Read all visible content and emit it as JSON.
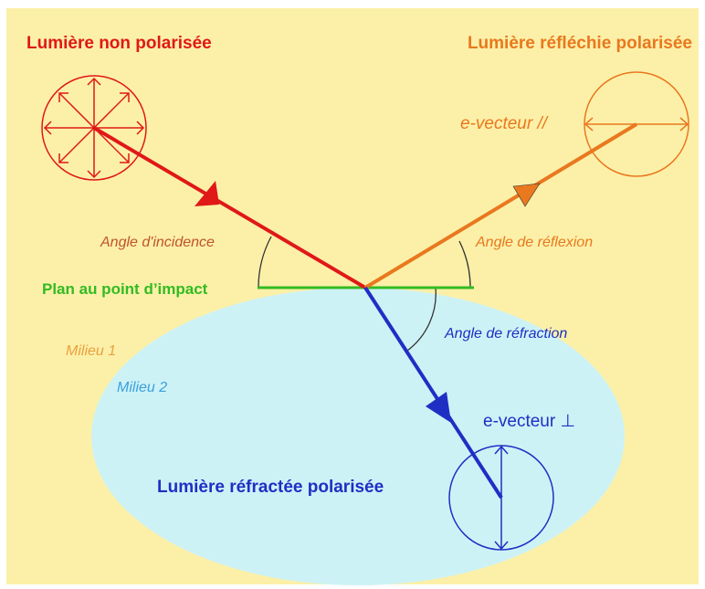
{
  "colors": {
    "background": "#ffffff",
    "panel": "#fcf0a8",
    "medium2": "#cdf2f6",
    "incident": "#e01818",
    "reflected": "#e9781e",
    "refracted": "#1f2fc4",
    "plane": "#33bb22",
    "angle_arc": "#222222",
    "incident_label": "#c0542a",
    "reflected_label": "#e9781e",
    "milieu1": "#e9a040",
    "milieu2": "#3aa0dc"
  },
  "labels": {
    "unpolarized_light": "Lumière non polarisée",
    "reflected_polarized_light": "Lumière réfléchie polarisée",
    "e_vector_parallel": "e-vecteur //",
    "angle_incidence": "Angle d'incidence",
    "angle_reflection": "Angle de réflexion",
    "impact_plane": "Plan au point d’impact",
    "angle_refraction": "Angle de réfraction",
    "medium_1": "Milieu 1",
    "medium_2": "Milieu 2",
    "e_vector_perpendicular": "e-vecteur ⊥",
    "refracted_polarized_light": "Lumière réfractée polarisée"
  },
  "icons": {
    "incident_direction": "triangle-arrow-icon",
    "reflected_direction": "triangle-arrow-icon",
    "refracted_direction": "triangle-arrow-icon"
  }
}
